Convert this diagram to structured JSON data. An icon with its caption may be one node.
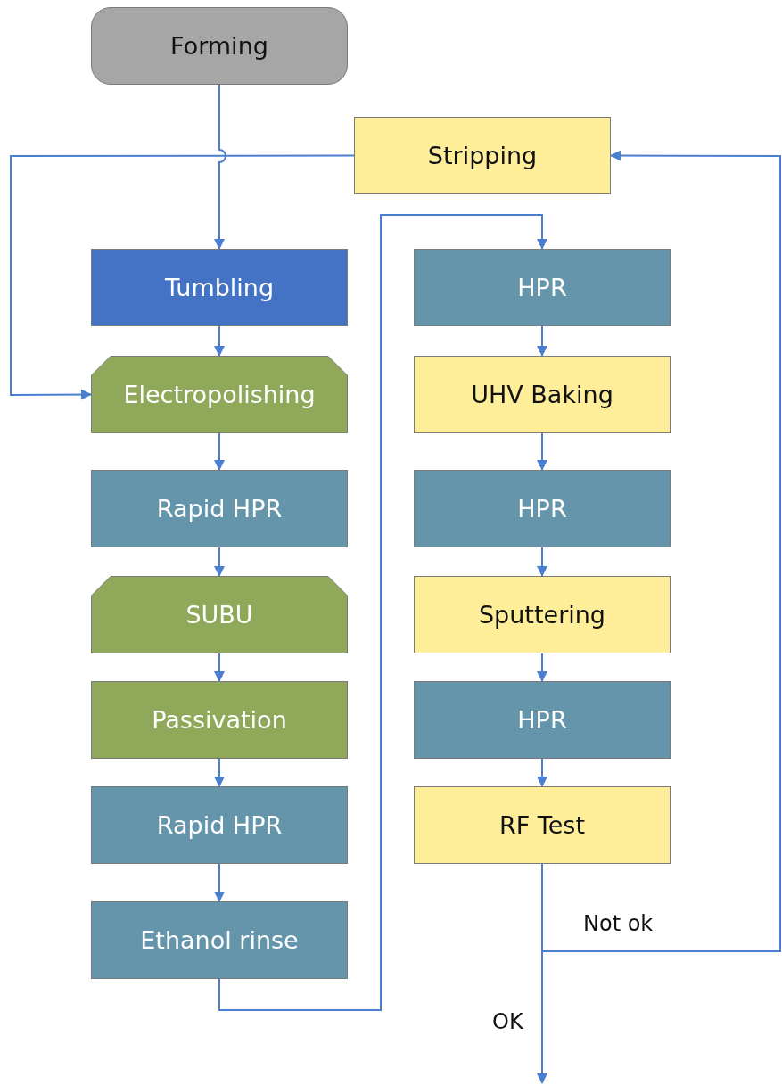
{
  "diagram": {
    "nodes": [
      {
        "text": [
          "Forming"
        ]
      },
      {
        "text": [
          "Stripping"
        ]
      },
      {
        "text": [
          "Tumbling"
        ]
      },
      {
        "text": [
          "Electropolishing"
        ]
      },
      {
        "text": [
          "Rapid HPR"
        ]
      },
      {
        "text": [
          "SUBU"
        ]
      },
      {
        "text": [
          "Passivation"
        ]
      },
      {
        "text": [
          "Rapid HPR"
        ]
      },
      {
        "text": [
          "Ethanol rinse"
        ]
      },
      {
        "text": [
          "HPR"
        ]
      },
      {
        "text": [
          "UHV Baking"
        ]
      },
      {
        "text": [
          "HPR"
        ]
      },
      {
        "text": [
          "Sputtering"
        ]
      },
      {
        "text": [
          "HPR"
        ]
      },
      {
        "text": [
          "RF Test"
        ]
      }
    ],
    "edges": [
      {
        "from": 0,
        "to": 2,
        "arrow": "to"
      },
      {
        "from": 1,
        "to": 3,
        "arrow": "to"
      },
      {
        "from": 2,
        "to": 3,
        "arrow": "to"
      },
      {
        "from": 3,
        "to": 4,
        "arrow": "to"
      },
      {
        "from": 4,
        "to": 5,
        "arrow": "to"
      },
      {
        "from": 5,
        "to": 6,
        "arrow": "to"
      },
      {
        "from": 6,
        "to": 7,
        "arrow": "to"
      },
      {
        "from": 7,
        "to": 8,
        "arrow": "to"
      },
      {
        "from": 8,
        "to": 9,
        "arrow": "to"
      },
      {
        "from": 9,
        "to": 10,
        "arrow": "to"
      },
      {
        "from": 10,
        "to": 11,
        "arrow": "to"
      },
      {
        "from": 11,
        "to": 12,
        "arrow": "to"
      },
      {
        "from": 12,
        "to": 13,
        "arrow": "to"
      },
      {
        "from": 13,
        "to": 14,
        "arrow": "to"
      },
      {
        "from": 14,
        "to": 1,
        "arrow": "to",
        "label": "Not ok"
      },
      {
        "from": 14,
        "to": null,
        "arrow": "to",
        "label": "OK"
      }
    ]
  }
}
